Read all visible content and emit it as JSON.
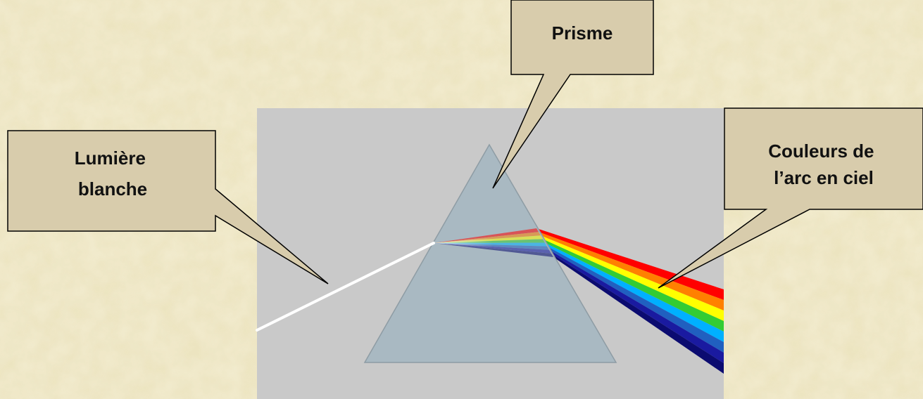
{
  "diagram": {
    "labels": {
      "prism": "Prisme",
      "white_light": [
        "Lumière",
        "blanche"
      ],
      "rainbow": [
        "Couleurs de",
        "l’arc en ciel"
      ]
    },
    "spectrum_colors": [
      "#ff0000",
      "#ff8000",
      "#ffff00",
      "#33cc33",
      "#00b0ff",
      "#2060c0",
      "#1a1aa0",
      "#0b0b70"
    ],
    "colors": {
      "background_texture": "#ece4c0",
      "panel": "#c9c9c9",
      "prism_fill": "#a9b9c2",
      "prism_edge": "#8e9ca4",
      "callout_fill": "#d8ccac",
      "callout_stroke": "#000000",
      "white_beam": "#ffffff"
    }
  }
}
